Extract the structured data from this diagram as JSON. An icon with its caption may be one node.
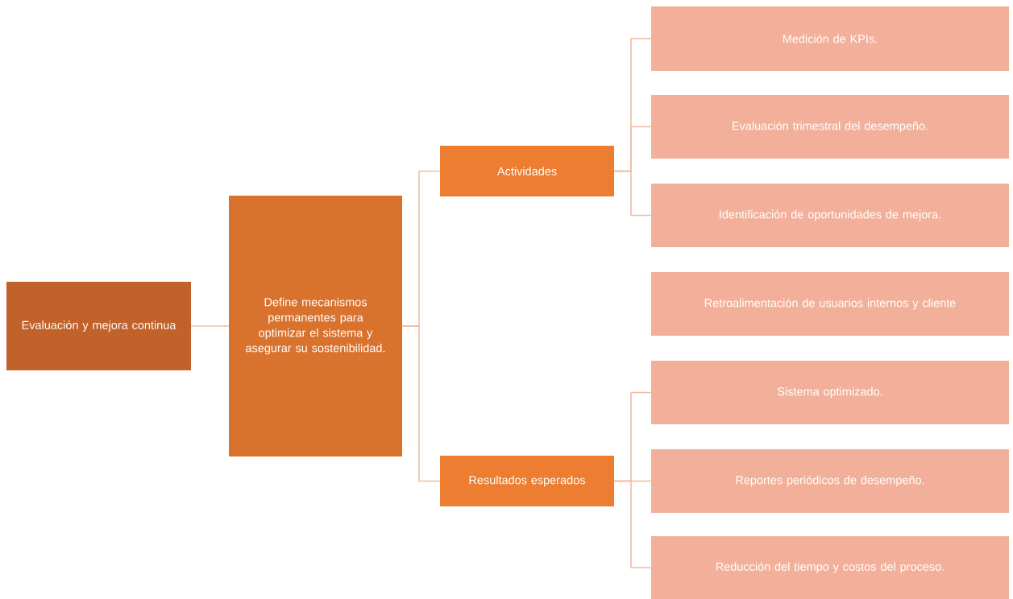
{
  "diagram": {
    "nodes": [
      {
        "text": [
          "Evaluación y mejora continua"
        ]
      },
      {
        "text": [
          "Define mecanismos permanentes para optimizar el sistema y asegurar su sostenibilidad."
        ]
      },
      {
        "text": [
          "Actividades"
        ]
      },
      {
        "text": [
          "Resultados esperados"
        ]
      },
      {
        "text": [
          "Medición de KPIs."
        ]
      },
      {
        "text": [
          "Evaluación trimestral del desempeño."
        ]
      },
      {
        "text": [
          "Identificación de oportunidades de mejora."
        ]
      },
      {
        "text": [
          "Retroalimentación de usuarios internos y cliente"
        ]
      },
      {
        "text": [
          "Sistema optimizado."
        ]
      },
      {
        "text": [
          "Reportes periódicos de desempeño."
        ]
      },
      {
        "text": [
          "Reducción del tiempo y costos del proceso."
        ]
      }
    ],
    "edges": [
      {
        "from": 0,
        "to": 1,
        "arrow": "none"
      },
      {
        "from": 1,
        "to": 2,
        "arrow": "none"
      },
      {
        "from": 1,
        "to": 3,
        "arrow": "none"
      },
      {
        "from": 2,
        "to": 4,
        "arrow": "none"
      },
      {
        "from": 2,
        "to": 5,
        "arrow": "none"
      },
      {
        "from": 2,
        "to": 6,
        "arrow": "none"
      },
      {
        "from": 3,
        "to": 8,
        "arrow": "none"
      },
      {
        "from": 3,
        "to": 9,
        "arrow": "none"
      },
      {
        "from": 3,
        "to": 10,
        "arrow": "none"
      }
    ]
  }
}
